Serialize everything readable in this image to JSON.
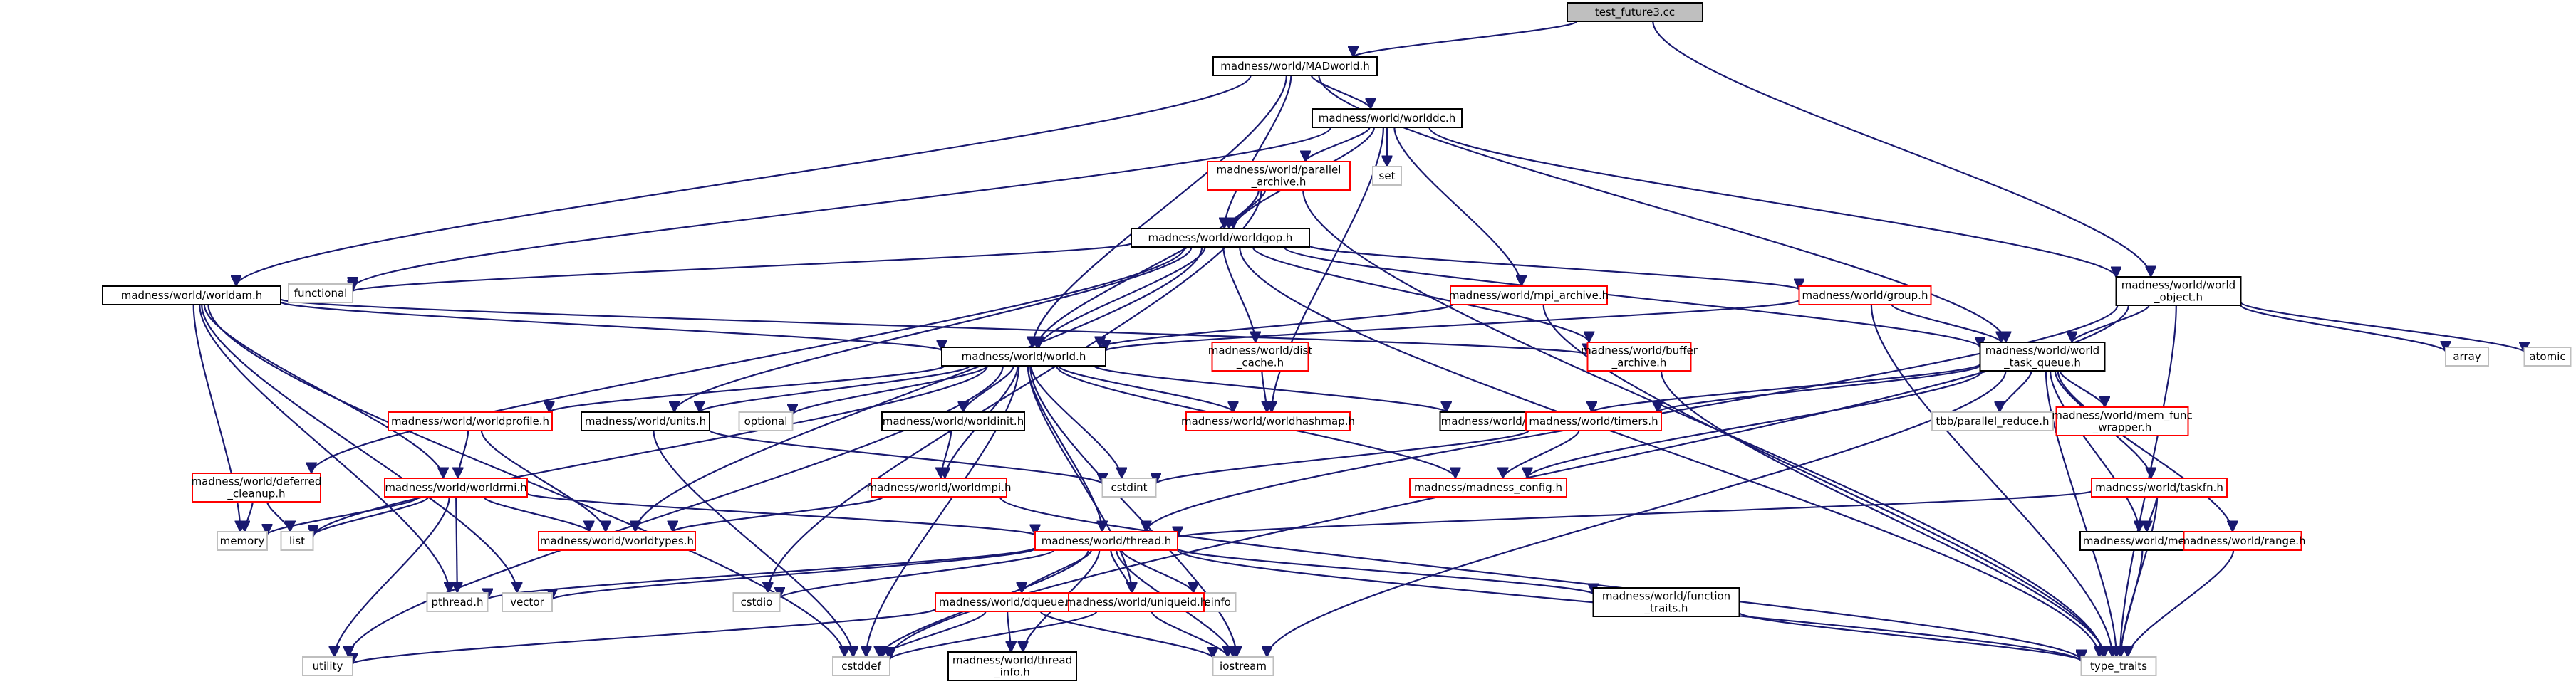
{
  "diagram": {
    "title": "test_future3.cc",
    "edge_color": "#191970",
    "node_border_colors": {
      "linked": "#000000",
      "truncated": "#ff0000",
      "external": "#bfbfbf",
      "root_fill": "#bfbfbf"
    },
    "nodes": [
      {
        "id": "root",
        "label": "test_future3.cc",
        "style": "root"
      },
      {
        "id": "madworld",
        "label": "madness/world/MADworld.h",
        "style": "black"
      },
      {
        "id": "worldobject",
        "label": "madness/world/world\n_object.h",
        "style": "black"
      },
      {
        "id": "worlddc",
        "label": "madness/world/worlddc.h",
        "style": "black"
      },
      {
        "id": "worldam",
        "label": "madness/world/worldam.h",
        "style": "black"
      },
      {
        "id": "parallel",
        "label": "madness/world/parallel\n_archive.h",
        "style": "red"
      },
      {
        "id": "set",
        "label": "set",
        "style": "gray"
      },
      {
        "id": "worldgop",
        "label": "madness/world/worldgop.h",
        "style": "black"
      },
      {
        "id": "functional",
        "label": "functional",
        "style": "gray"
      },
      {
        "id": "mpiarchive",
        "label": "madness/world/mpi_archive.h",
        "style": "red"
      },
      {
        "id": "group",
        "label": "madness/world/group.h",
        "style": "red"
      },
      {
        "id": "array",
        "label": "array",
        "style": "gray"
      },
      {
        "id": "atomic",
        "label": "atomic",
        "style": "gray"
      },
      {
        "id": "world",
        "label": "madness/world/world.h",
        "style": "black"
      },
      {
        "id": "distcache",
        "label": "madness/world/dist\n_cache.h",
        "style": "red"
      },
      {
        "id": "buffer",
        "label": "madness/world/buffer\n_archive.h",
        "style": "red"
      },
      {
        "id": "taskqueue",
        "label": "madness/world/world\n_task_queue.h",
        "style": "black"
      },
      {
        "id": "profile",
        "label": "madness/world/worldprofile.h",
        "style": "red"
      },
      {
        "id": "units",
        "label": "madness/world/units.h",
        "style": "black"
      },
      {
        "id": "optional",
        "label": "optional",
        "style": "gray"
      },
      {
        "id": "worldinit",
        "label": "madness/world/worldinit.h",
        "style": "black"
      },
      {
        "id": "hashmap",
        "label": "madness/world/worldhashmap.h",
        "style": "red"
      },
      {
        "id": "nodefaults",
        "label": "madness/world/nodefaults.h",
        "style": "black"
      },
      {
        "id": "tbb",
        "label": "tbb/parallel_reduce.h",
        "style": "gray"
      },
      {
        "id": "memfunc",
        "label": "madness/world/mem_func\n_wrapper.h",
        "style": "red"
      },
      {
        "id": "deferred",
        "label": "madness/world/deferred\n_cleanup.h",
        "style": "red"
      },
      {
        "id": "worldrmi",
        "label": "madness/world/worldrmi.h",
        "style": "red"
      },
      {
        "id": "timers",
        "label": "madness/world/timers.h",
        "style": "red"
      },
      {
        "id": "worldmpi",
        "label": "madness/world/worldmpi.h",
        "style": "red"
      },
      {
        "id": "cstdint",
        "label": "cstdint",
        "style": "gray"
      },
      {
        "id": "config",
        "label": "madness/madness_config.h",
        "style": "red"
      },
      {
        "id": "taskfn",
        "label": "madness/world/taskfn.h",
        "style": "red"
      },
      {
        "id": "memory",
        "label": "memory",
        "style": "gray"
      },
      {
        "id": "list",
        "label": "list",
        "style": "gray"
      },
      {
        "id": "worldtypes",
        "label": "madness/world/worldtypes.h",
        "style": "red"
      },
      {
        "id": "thread",
        "label": "madness/world/thread.h",
        "style": "red"
      },
      {
        "id": "meta",
        "label": "madness/world/meta.h",
        "style": "black"
      },
      {
        "id": "range",
        "label": "madness/world/range.h",
        "style": "red"
      },
      {
        "id": "pthread",
        "label": "pthread.h",
        "style": "gray"
      },
      {
        "id": "vector",
        "label": "vector",
        "style": "gray"
      },
      {
        "id": "cstdio",
        "label": "cstdio",
        "style": "gray"
      },
      {
        "id": "typeinfo",
        "label": "typeinfo",
        "style": "gray"
      },
      {
        "id": "functiontraits",
        "label": "madness/world/function\n_traits.h",
        "style": "black"
      },
      {
        "id": "dqueue",
        "label": "madness/world/dqueue.h",
        "style": "red"
      },
      {
        "id": "uniqueid",
        "label": "madness/world/uniqueid.h",
        "style": "red"
      },
      {
        "id": "utility",
        "label": "utility",
        "style": "gray"
      },
      {
        "id": "cstddef",
        "label": "cstddef",
        "style": "gray"
      },
      {
        "id": "threadinfo",
        "label": "madness/world/thread\n_info.h",
        "style": "black"
      },
      {
        "id": "iostream",
        "label": "iostream",
        "style": "gray"
      },
      {
        "id": "typetraits",
        "label": "type_traits",
        "style": "gray"
      }
    ],
    "edges": [
      [
        "root",
        "madworld"
      ],
      [
        "root",
        "worldobject"
      ],
      [
        "madworld",
        "worlddc"
      ],
      [
        "madworld",
        "worldam"
      ],
      [
        "madworld",
        "worldgop"
      ],
      [
        "madworld",
        "world"
      ],
      [
        "madworld",
        "taskqueue"
      ],
      [
        "worlddc",
        "parallel"
      ],
      [
        "worlddc",
        "set"
      ],
      [
        "worlddc",
        "worldgop"
      ],
      [
        "worlddc",
        "functional"
      ],
      [
        "worlddc",
        "mpiarchive"
      ],
      [
        "worlddc",
        "hashmap"
      ],
      [
        "worlddc",
        "worldobject"
      ],
      [
        "parallel",
        "worldgop"
      ],
      [
        "parallel",
        "world"
      ],
      [
        "parallel",
        "cstdio"
      ],
      [
        "parallel",
        "typetraits"
      ],
      [
        "worldgop",
        "functional"
      ],
      [
        "worldgop",
        "world"
      ],
      [
        "worldgop",
        "distcache"
      ],
      [
        "worldgop",
        "buffer"
      ],
      [
        "worldgop",
        "group"
      ],
      [
        "worldgop",
        "taskqueue"
      ],
      [
        "worldgop",
        "deferred"
      ],
      [
        "worldgop",
        "worldtypes"
      ],
      [
        "worldgop",
        "units"
      ],
      [
        "worldgop",
        "typetraits"
      ],
      [
        "worldam",
        "world"
      ],
      [
        "worldam",
        "buffer"
      ],
      [
        "worldam",
        "worldrmi"
      ],
      [
        "worldam",
        "memory"
      ],
      [
        "worldam",
        "vector"
      ],
      [
        "worldam",
        "pthread"
      ],
      [
        "worldam",
        "cstddef"
      ],
      [
        "mpiarchive",
        "world"
      ],
      [
        "mpiarchive",
        "typetraits"
      ],
      [
        "group",
        "world"
      ],
      [
        "group",
        "taskqueue"
      ],
      [
        "group",
        "typetraits"
      ],
      [
        "worldobject",
        "taskqueue"
      ],
      [
        "worldobject",
        "array"
      ],
      [
        "worldobject",
        "atomic"
      ],
      [
        "worldobject",
        "typetraits"
      ],
      [
        "worldobject",
        "thread"
      ],
      [
        "worldobject",
        "cstddef"
      ],
      [
        "world",
        "profile"
      ],
      [
        "world",
        "units"
      ],
      [
        "world",
        "optional"
      ],
      [
        "world",
        "worldinit"
      ],
      [
        "world",
        "hashmap"
      ],
      [
        "world",
        "nodefaults"
      ],
      [
        "world",
        "worldmpi"
      ],
      [
        "world",
        "cstdint"
      ],
      [
        "world",
        "config"
      ],
      [
        "world",
        "thread"
      ],
      [
        "world",
        "uniqueid"
      ],
      [
        "world",
        "list"
      ],
      [
        "world",
        "utility"
      ],
      [
        "world",
        "cstddef"
      ],
      [
        "world",
        "iostream"
      ],
      [
        "distcache",
        "hashmap"
      ],
      [
        "buffer",
        "typetraits"
      ],
      [
        "taskqueue",
        "nodefaults"
      ],
      [
        "taskqueue",
        "tbb"
      ],
      [
        "taskqueue",
        "memfunc"
      ],
      [
        "taskqueue",
        "timers"
      ],
      [
        "taskqueue",
        "config"
      ],
      [
        "taskqueue",
        "taskfn"
      ],
      [
        "taskqueue",
        "range"
      ],
      [
        "taskqueue",
        "meta"
      ],
      [
        "taskqueue",
        "typetraits"
      ],
      [
        "taskqueue",
        "iostream"
      ],
      [
        "profile",
        "worldrmi"
      ],
      [
        "profile",
        "worldtypes"
      ],
      [
        "units",
        "cstdint"
      ],
      [
        "units",
        "cstddef"
      ],
      [
        "worldinit",
        "worldmpi"
      ],
      [
        "deferred",
        "memory"
      ],
      [
        "deferred",
        "list"
      ],
      [
        "worldrmi",
        "worldtypes"
      ],
      [
        "worldrmi",
        "thread"
      ],
      [
        "worldrmi",
        "list"
      ],
      [
        "worldrmi",
        "memory"
      ],
      [
        "worldrmi",
        "utility"
      ],
      [
        "worldrmi",
        "pthread"
      ],
      [
        "timers",
        "config"
      ],
      [
        "timers",
        "cstdint"
      ],
      [
        "worldmpi",
        "worldtypes"
      ],
      [
        "worldmpi",
        "typetraits"
      ],
      [
        "taskfn",
        "meta"
      ],
      [
        "taskfn",
        "thread"
      ],
      [
        "taskfn",
        "typetraits"
      ],
      [
        "thread",
        "pthread"
      ],
      [
        "thread",
        "vector"
      ],
      [
        "thread",
        "cstdio"
      ],
      [
        "thread",
        "typeinfo"
      ],
      [
        "thread",
        "functiontraits"
      ],
      [
        "thread",
        "dqueue"
      ],
      [
        "thread",
        "uniqueid"
      ],
      [
        "thread",
        "cstddef"
      ],
      [
        "thread",
        "threadinfo"
      ],
      [
        "thread",
        "iostream"
      ],
      [
        "thread",
        "typetraits"
      ],
      [
        "meta",
        "typetraits"
      ],
      [
        "range",
        "typetraits"
      ],
      [
        "functiontraits",
        "typetraits"
      ],
      [
        "dqueue",
        "utility"
      ],
      [
        "dqueue",
        "cstddef"
      ],
      [
        "dqueue",
        "threadinfo"
      ],
      [
        "dqueue",
        "iostream"
      ],
      [
        "uniqueid",
        "cstddef"
      ],
      [
        "uniqueid",
        "iostream"
      ]
    ]
  }
}
